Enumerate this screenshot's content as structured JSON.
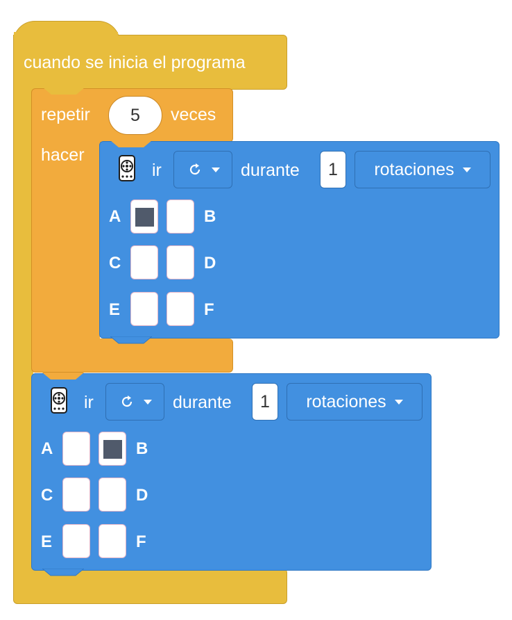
{
  "hat": {
    "label": "cuando se inicia el programa"
  },
  "repeat": {
    "label": "repetir",
    "count": "5",
    "unit": "veces",
    "do_label": "hacer"
  },
  "motor_blocks": [
    {
      "go_label": "ir",
      "direction_icon": "clockwise-arrow-icon",
      "during_label": "durante",
      "amount": "1",
      "unit": "rotaciones",
      "ports": [
        {
          "name": "A",
          "selected": true
        },
        {
          "name": "B",
          "selected": false
        },
        {
          "name": "C",
          "selected": false
        },
        {
          "name": "D",
          "selected": false
        },
        {
          "name": "E",
          "selected": false
        },
        {
          "name": "F",
          "selected": false
        }
      ]
    },
    {
      "go_label": "ir",
      "direction_icon": "clockwise-arrow-icon",
      "during_label": "durante",
      "amount": "1",
      "unit": "rotaciones",
      "ports": [
        {
          "name": "A",
          "selected": false
        },
        {
          "name": "B",
          "selected": true
        },
        {
          "name": "C",
          "selected": false
        },
        {
          "name": "D",
          "selected": false
        },
        {
          "name": "E",
          "selected": false
        },
        {
          "name": "F",
          "selected": false
        }
      ]
    }
  ],
  "colors": {
    "event": "#e8bd3d",
    "control": "#f2ab3d",
    "motor": "#4290e0",
    "port_selected": "#505a6b"
  }
}
